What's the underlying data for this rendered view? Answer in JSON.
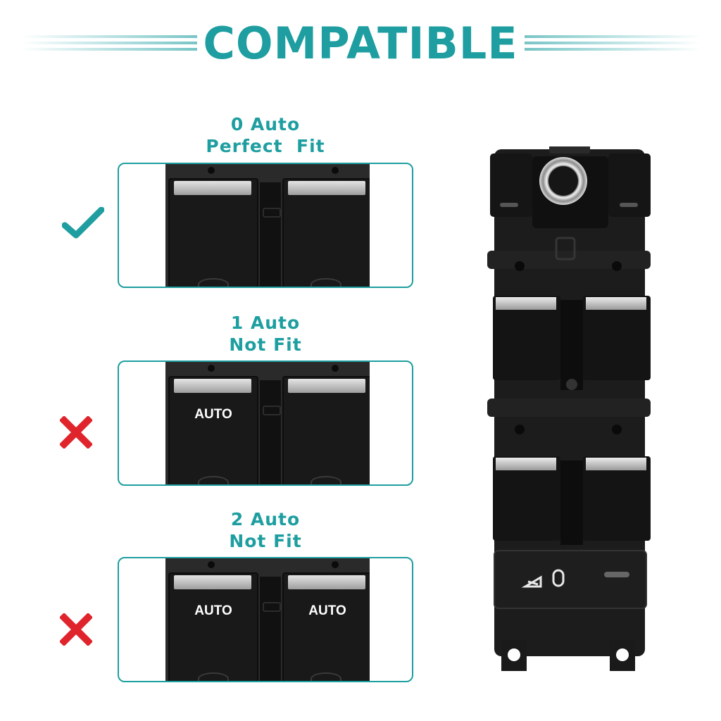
{
  "header": {
    "title": "COMPATIBLE"
  },
  "options": [
    {
      "line1": "0 Auto",
      "line2": "Perfect  Fit",
      "status": "check-icon"
    },
    {
      "line1": "1 Auto",
      "line2": "Not Fit",
      "status": "x-icon",
      "left_label": "AUTO"
    },
    {
      "line1": "2 Auto",
      "line2": "Not Fit",
      "status": "x-icon",
      "left_label": "AUTO",
      "right_label": "AUTO"
    }
  ],
  "colors": {
    "accent": "#1e9ea0",
    "negative": "#e0242c"
  }
}
